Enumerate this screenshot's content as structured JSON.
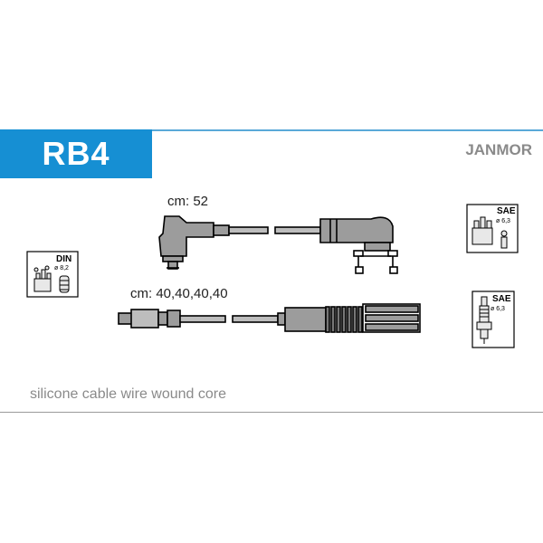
{
  "header": {
    "code": "RB4",
    "brand": "JANMOR"
  },
  "cables": {
    "cable1_length": "cm: 52",
    "cable2_length": "cm: 40,40,40,40"
  },
  "icons": {
    "din": {
      "name": "distributor-din-icon",
      "standard": "DIN",
      "size": "ø 8,2"
    },
    "sae_top": {
      "name": "distributor-sae-icon",
      "standard": "SAE",
      "size": "ø 6,3"
    },
    "sae_bottom": {
      "name": "spark-plug-sae-icon",
      "standard": "SAE",
      "size": "ø 6,3"
    }
  },
  "footer": {
    "description": "silicone cable wire wound core"
  },
  "colors": {
    "accent": "#168fd3",
    "cable": "#9c9c9c",
    "text_gray": "#8a8a8a"
  }
}
